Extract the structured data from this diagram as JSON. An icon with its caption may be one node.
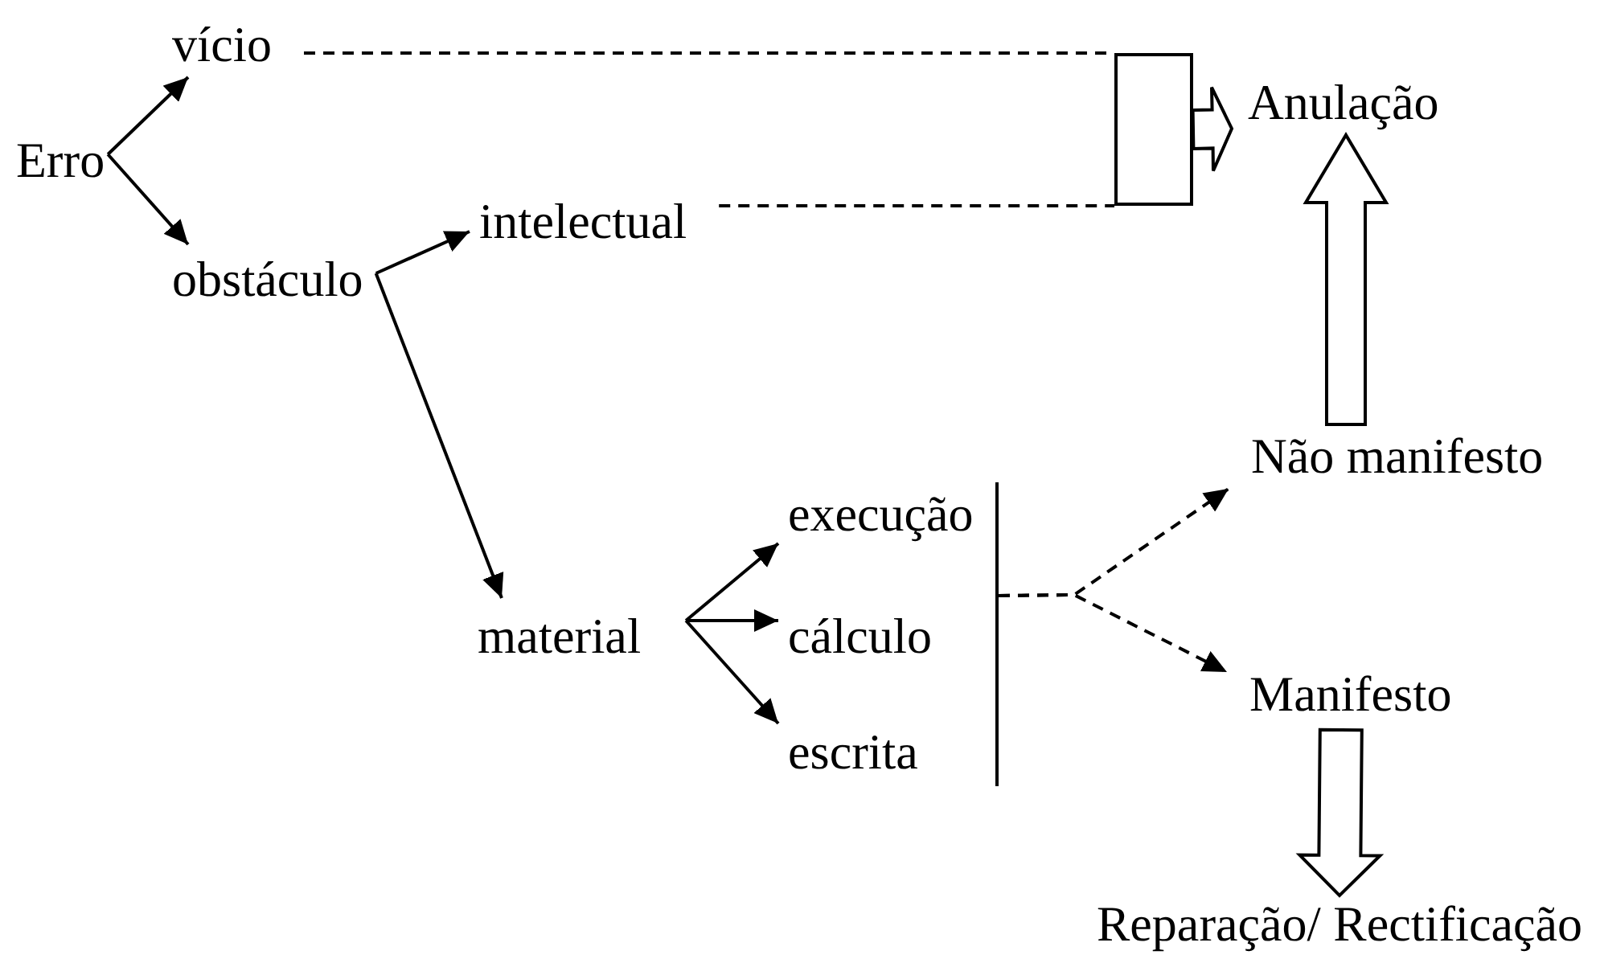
{
  "diagram": {
    "nodes": [
      {
        "text": [
          "Erro"
        ]
      },
      {
        "text": [
          "vício"
        ]
      },
      {
        "text": [
          "obstáculo"
        ]
      },
      {
        "text": [
          "intelectual"
        ]
      },
      {
        "text": [
          "material"
        ]
      },
      {
        "text": [
          "execução"
        ]
      },
      {
        "text": [
          "cálculo"
        ]
      },
      {
        "text": [
          "escrita"
        ]
      },
      {
        "text": [],
        "shape": "bar"
      },
      {
        "text": [],
        "shape": "box"
      },
      {
        "text": [
          "Anulação"
        ]
      },
      {
        "text": [
          "Não manifesto"
        ]
      },
      {
        "text": [
          "Manifesto"
        ]
      },
      {
        "text": [
          "Reparação/ Rectificação"
        ]
      }
    ],
    "edges": [
      {
        "from": 0,
        "to": 1,
        "arrow": "to"
      },
      {
        "from": 0,
        "to": 2,
        "arrow": "to"
      },
      {
        "from": 2,
        "to": 3,
        "arrow": "to"
      },
      {
        "from": 2,
        "to": 4,
        "arrow": "to"
      },
      {
        "from": 4,
        "to": 5,
        "arrow": "to"
      },
      {
        "from": 4,
        "to": 6,
        "arrow": "to"
      },
      {
        "from": 4,
        "to": 7,
        "arrow": "to"
      },
      {
        "from": 1,
        "to": 9,
        "arrow": "none",
        "style": "dashed"
      },
      {
        "from": 3,
        "to": 9,
        "arrow": "none",
        "style": "dashed"
      },
      {
        "from": 9,
        "to": 10,
        "arrow": "to",
        "style": "thick"
      },
      {
        "from": 8,
        "to": 11,
        "arrow": "to",
        "style": "dashed"
      },
      {
        "from": 8,
        "to": 12,
        "arrow": "to",
        "style": "dashed"
      },
      {
        "from": 11,
        "to": 10,
        "arrow": "to",
        "style": "thick"
      },
      {
        "from": 12,
        "to": 13,
        "arrow": "to",
        "style": "thick"
      }
    ]
  }
}
